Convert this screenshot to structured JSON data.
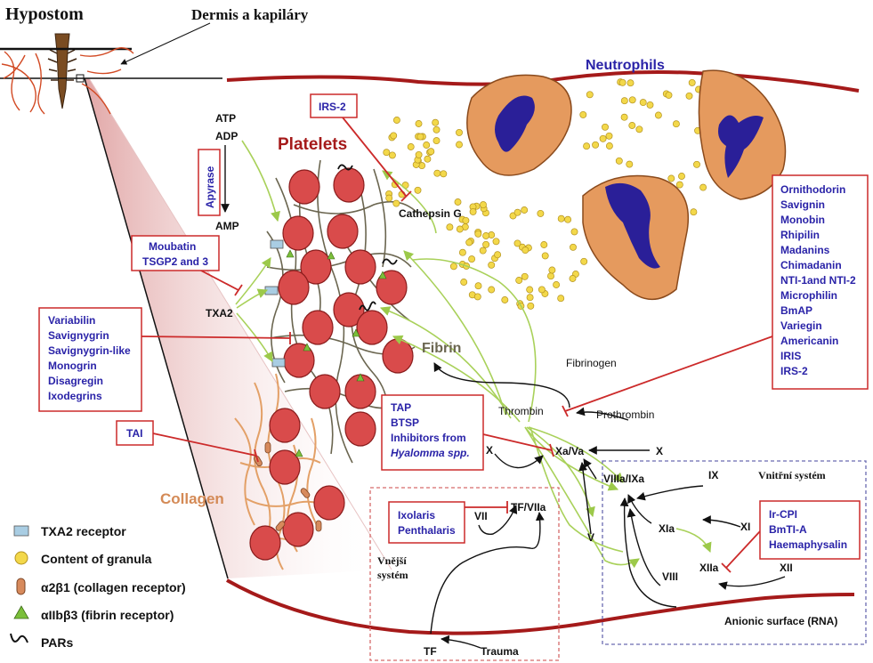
{
  "title": "Hypostom",
  "dermis_label": "Dermis a kapiláry",
  "platelets_label": "Platelets",
  "neutrophils_label": "Neutrophils",
  "fibrin_label": "Fibrin",
  "collagen_label": "Collagen",
  "molecules": {
    "atp": "ATP",
    "adp": "ADP",
    "amp": "AMP",
    "txa2": "TXA2",
    "cathepsin_g": "Cathepsin G",
    "fibrinogen": "Fibrinogen",
    "thrombin": "Thrombin",
    "prothrombin": "Prothrombin",
    "x_left": "X",
    "x_right": "X",
    "xa_va": "Xa/Va",
    "viiia_ixa": "VIIIa/IXa",
    "ix": "IX",
    "xia": "XIa",
    "xi": "XI",
    "xiia": "XIIa",
    "xii": "XII",
    "viii": "VIII",
    "v": "V",
    "vii": "VII",
    "tf_viia": "TF/VIIa",
    "tf": "TF",
    "trauma": "Trauma",
    "anionic_surface": "Anionic surface (RNA)"
  },
  "systems": {
    "intrinsic": "Vnitřní systém",
    "extrinsic_line1": "Vnější",
    "extrinsic_line2": "systém"
  },
  "inhibitor_boxes": {
    "apyrase": [
      "Apyrase"
    ],
    "irs2": [
      "IRS-2"
    ],
    "moubatin": [
      "Moubatin",
      "TSGP2 and 3"
    ],
    "variabilin": [
      "Variabilin",
      "Savignygrin",
      "Savignygrin-like",
      "Monogrin",
      "Disagregin",
      "Ixodegrins"
    ],
    "tai": [
      "TAI"
    ],
    "tap": [
      "TAP",
      "BTSP",
      "Inhibitors from",
      "Hyalomma spp."
    ],
    "ixolaris": [
      "Ixolaris",
      "Penthalaris"
    ],
    "ircpi": [
      "Ir-CPI",
      "BmTI-A",
      "Haemaphysalin"
    ],
    "thrombin_inh": [
      "Ornithodorin",
      "Savignin",
      "Monobin",
      "Rhipilin",
      "Madanins",
      "Chimadanin",
      "NTI-1and NTI-2",
      "Microphilin",
      "BmAP",
      "Variegin",
      "Americanin",
      "IRIS",
      "IRS-2"
    ]
  },
  "legend": [
    {
      "icon": "txa2-receptor-icon",
      "label": "TXA2 receptor"
    },
    {
      "icon": "granule-icon",
      "label": "Content of granula"
    },
    {
      "icon": "collagen-receptor-icon",
      "label": "α2β1 (collagen receptor)"
    },
    {
      "icon": "fibrin-receptor-icon",
      "label": "αIIbβ3 (fibrin receptor)"
    },
    {
      "icon": "par-icon",
      "label": "PARs"
    }
  ],
  "colors": {
    "vessel": "#a51a1a",
    "platelet": "#d94b4b",
    "neutrophil": "#e59a5e",
    "nucleus": "#2a1f98",
    "granule": "#f3d84a",
    "inhibitor_box_border": "#cc2a2a",
    "inhibitor_text": "#2a23a8",
    "activation_arrow": "#a9d15a",
    "system_box": "#d66a6a",
    "intrinsic_box": "#6a6ab0"
  }
}
